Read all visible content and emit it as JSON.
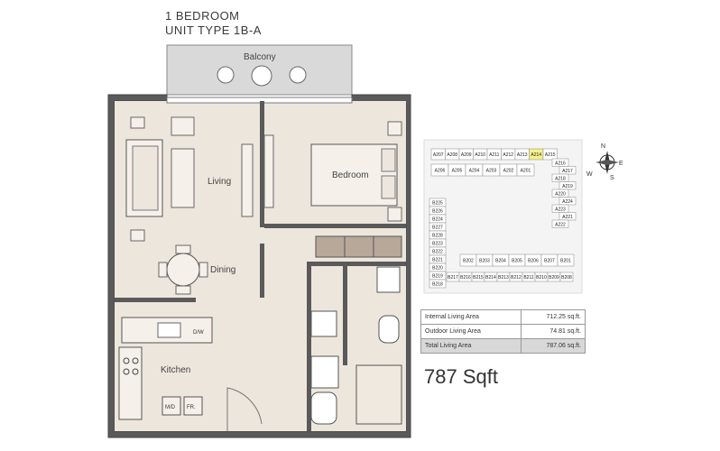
{
  "title": {
    "line1": "1 BEDROOM",
    "line2": "UNIT TYPE 1B-A"
  },
  "rooms": {
    "balcony": "Balcony",
    "living": "Living",
    "bedroom": "Bedroom",
    "dining": "Dining",
    "kitchen": "Kitchen",
    "dw": "D/W",
    "md": "M/D",
    "fr": "FR."
  },
  "keyplan": {
    "top_row": [
      "A207",
      "A208",
      "A209",
      "A210",
      "A211",
      "A212",
      "A213",
      "A214",
      "A215"
    ],
    "second_row": [
      "A206",
      "A205",
      "A204",
      "A203",
      "A202",
      "A201"
    ],
    "right_col": [
      "A216",
      "A217",
      "A218",
      "A219",
      "A220",
      "A224",
      "A223",
      "A221",
      "A222"
    ],
    "left_col": [
      "B225",
      "B226",
      "B224",
      "B227",
      "B228",
      "B223",
      "B222",
      "B221",
      "B220",
      "B219",
      "B218"
    ],
    "bottom_upper": [
      "B202",
      "B203",
      "B204",
      "B205",
      "B206",
      "B207",
      "B201"
    ],
    "bottom_row": [
      "B217",
      "B216",
      "B215",
      "B214",
      "B213",
      "B212",
      "B211",
      "B210",
      "B209",
      "B208"
    ],
    "highlight": "A214"
  },
  "compass": {
    "n": "N",
    "s": "S",
    "e": "E",
    "w": "W"
  },
  "areas": [
    {
      "label": "Internal Living Area",
      "value": "712.25 sq.ft."
    },
    {
      "label": "Outdoor Living Area",
      "value": "74.81 sq.ft."
    },
    {
      "label": "Total Living Area",
      "value": "787.06 sq.ft."
    }
  ],
  "sqft": "787 Sqft"
}
